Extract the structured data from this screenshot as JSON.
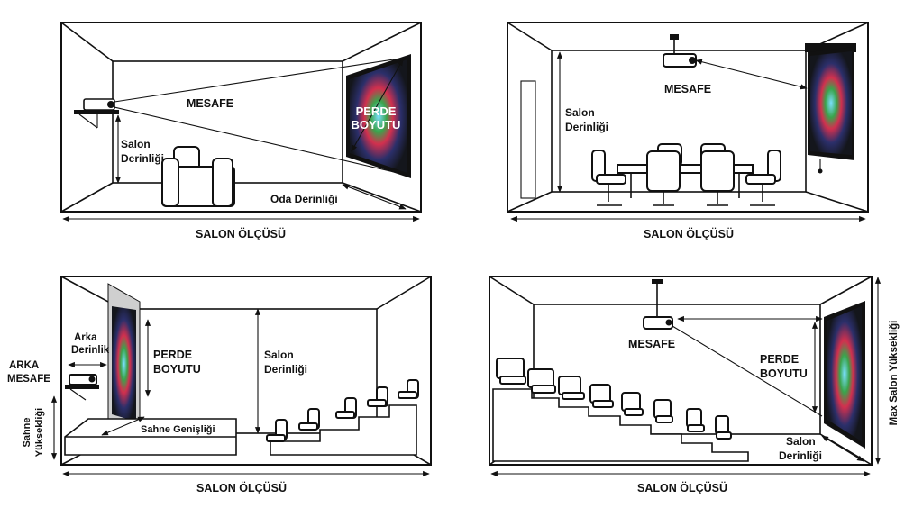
{
  "diagrams": [
    {
      "salon_olcusu": "SALON ÖLÇÜSÜ",
      "mesafe": "MESAFE",
      "perde_line1": "PERDE",
      "perde_line2": "BOYUTU",
      "salon_line1": "Salon",
      "salon_line2": "Derinliği",
      "oda_derinligi": "Oda Derinliği"
    },
    {
      "salon_olcusu": "SALON ÖLÇÜSÜ",
      "mesafe": "MESAFE",
      "salon_line1": "Salon",
      "salon_line2": "Derinliği"
    },
    {
      "salon_olcusu": "SALON ÖLÇÜSÜ",
      "arka_line1": "Arka",
      "arka_line2": "Derinlik",
      "arka_mesafe_line1": "ARKA",
      "arka_mesafe_line2": "MESAFE",
      "perde_line1": "PERDE",
      "perde_line2": "BOYUTU",
      "salon_line1": "Salon",
      "salon_line2": "Derinliği",
      "sahne_genisligi": "Sahne Genişliği",
      "sahne_yuksekligi_line1": "Sahne",
      "sahne_yuksekligi_line2": "Yüksekliği"
    },
    {
      "salon_olcusu": "SALON ÖLÇÜSÜ",
      "mesafe": "MESAFE",
      "perde_line1": "PERDE",
      "perde_line2": "BOYUTU",
      "salon_line1": "Salon",
      "salon_line2": "Derinliği",
      "max_salon": "Max Salon Yüksekliği"
    }
  ]
}
